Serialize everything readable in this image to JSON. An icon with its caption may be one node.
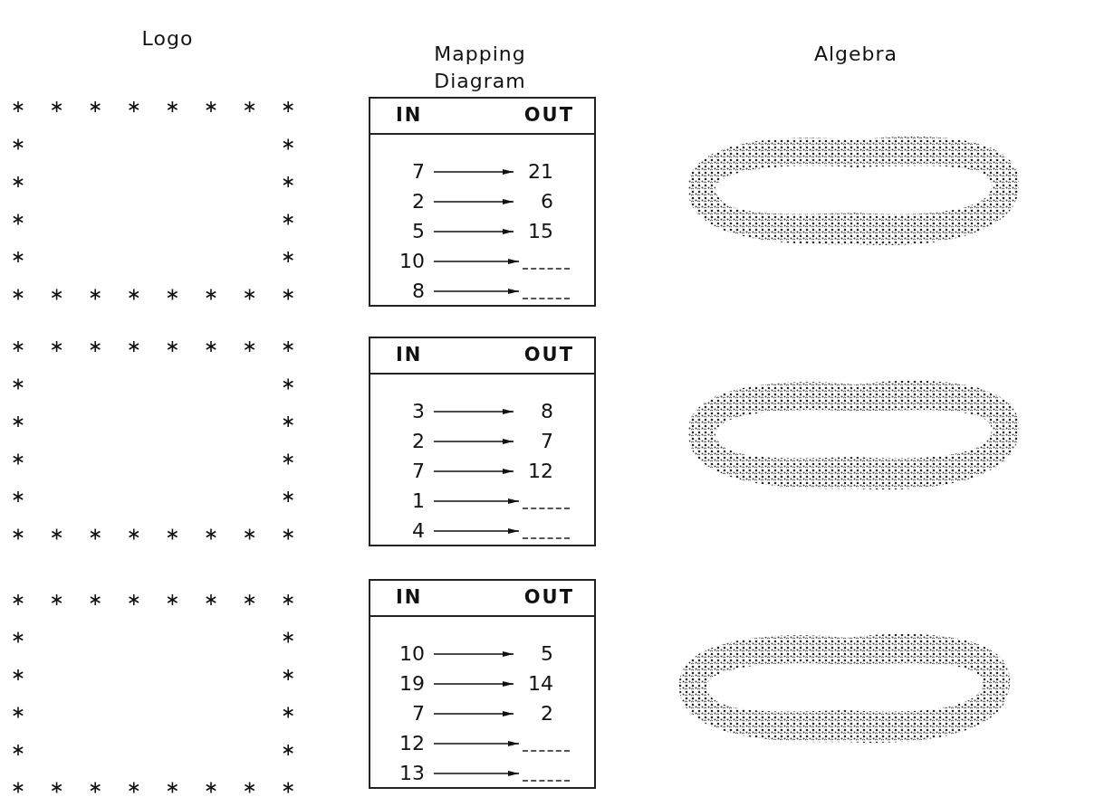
{
  "diagram": {
    "nodes": [
      {
        "text": [
          "IN",
          "OUT"
        ]
      },
      {
        "text": [
          "7"
        ],
        "in": 0
      },
      {
        "text": [
          "21"
        ],
        "in": 0
      },
      {
        "text": [
          "2"
        ],
        "in": 0
      },
      {
        "text": [
          "6"
        ],
        "in": 0
      },
      {
        "text": [
          "5"
        ],
        "in": 0
      },
      {
        "text": [
          "15"
        ],
        "in": 0
      },
      {
        "text": [
          "10"
        ],
        "in": 0
      },
      {
        "text": [],
        "shape": "line",
        "in": 0
      },
      {
        "text": [
          "8"
        ],
        "in": 0
      },
      {
        "text": [],
        "shape": "line",
        "in": 0
      },
      {
        "text": [
          "IN",
          "OUT"
        ]
      },
      {
        "text": [
          "3"
        ],
        "in": 11
      },
      {
        "text": [
          "8"
        ],
        "in": 11
      },
      {
        "text": [
          "2"
        ],
        "in": 11
      },
      {
        "text": [
          "7"
        ],
        "in": 11
      },
      {
        "text": [
          "7"
        ],
        "in": 11
      },
      {
        "text": [
          "12"
        ],
        "in": 11
      },
      {
        "text": [
          "1"
        ],
        "in": 11
      },
      {
        "text": [],
        "shape": "line",
        "in": 11
      },
      {
        "text": [
          "4"
        ],
        "in": 11
      },
      {
        "text": [],
        "shape": "line",
        "in": 11
      },
      {
        "text": [
          "IN",
          "OUT"
        ]
      },
      {
        "text": [
          "10"
        ],
        "in": 22
      },
      {
        "text": [
          "5"
        ],
        "in": 22
      },
      {
        "text": [
          "19"
        ],
        "in": 22
      },
      {
        "text": [
          "14"
        ],
        "in": 22
      },
      {
        "text": [
          "7"
        ],
        "in": 22
      },
      {
        "text": [
          "2"
        ],
        "in": 22
      },
      {
        "text": [
          "12"
        ],
        "in": 22
      },
      {
        "text": [],
        "shape": "line",
        "in": 22
      },
      {
        "text": [
          "13"
        ],
        "in": 22
      },
      {
        "text": [],
        "shape": "line",
        "in": 22
      }
    ],
    "edges": [
      {
        "from": 1,
        "to": 2,
        "arrow": "to"
      },
      {
        "from": 3,
        "to": 4,
        "arrow": "to"
      },
      {
        "from": 5,
        "to": 6,
        "arrow": "to"
      },
      {
        "from": 7,
        "to": 8,
        "arrow": "to"
      },
      {
        "from": 9,
        "to": 10,
        "arrow": "to"
      },
      {
        "from": 12,
        "to": 13,
        "arrow": "to"
      },
      {
        "from": 14,
        "to": 15,
        "arrow": "to"
      },
      {
        "from": 16,
        "to": 17,
        "arrow": "to"
      },
      {
        "from": 18,
        "to": 19,
        "arrow": "to"
      },
      {
        "from": 20,
        "to": 21,
        "arrow": "to"
      },
      {
        "from": 23,
        "to": 24,
        "arrow": "to"
      },
      {
        "from": 25,
        "to": 26,
        "arrow": "to"
      },
      {
        "from": 27,
        "to": 28,
        "arrow": "to"
      },
      {
        "from": 29,
        "to": 30,
        "arrow": "to"
      },
      {
        "from": 31,
        "to": 32,
        "arrow": "to"
      }
    ],
    "labels": [
      "Logo",
      "Mapping Diagram",
      "Algebra"
    ]
  }
}
